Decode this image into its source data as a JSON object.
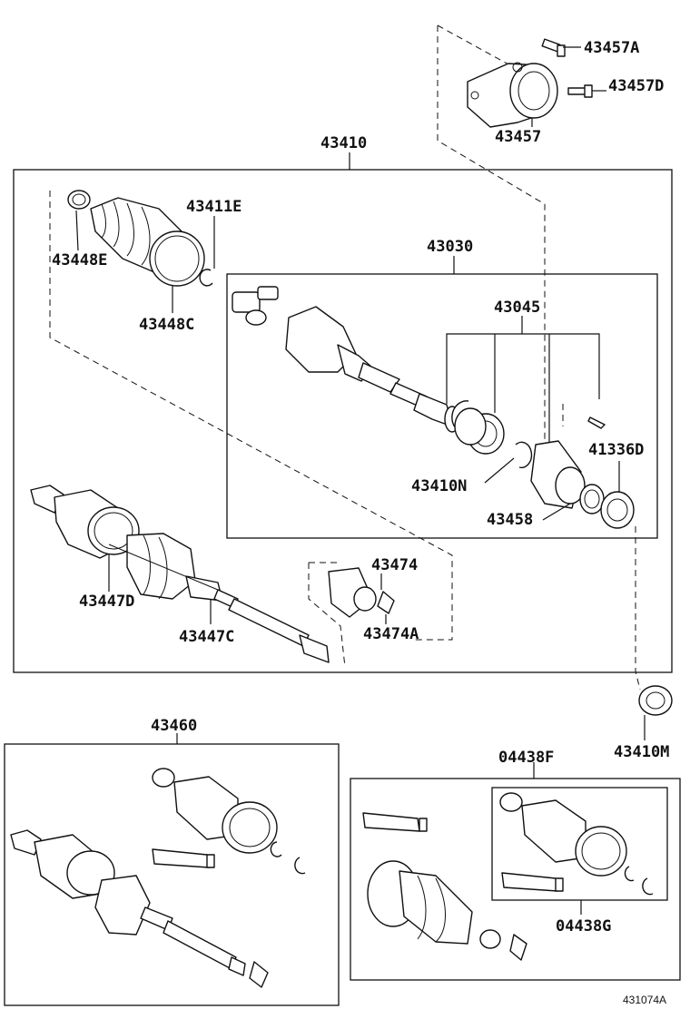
{
  "labels": {
    "p43457A": "43457A",
    "p43457D": "43457D",
    "p43457": "43457",
    "p43410": "43410",
    "p43411E": "43411E",
    "p43448E": "43448E",
    "p43448C": "43448C",
    "p43030": "43030",
    "p43045": "43045",
    "p41336D": "41336D",
    "p43410N": "43410N",
    "p43458": "43458",
    "p43447D": "43447D",
    "p43447C": "43447C",
    "p43474": "43474",
    "p43474A": "43474A",
    "p43410M": "43410M",
    "p43460": "43460",
    "p04438F": "04438F",
    "p04438G": "04438G"
  },
  "figure_number": "431074A"
}
